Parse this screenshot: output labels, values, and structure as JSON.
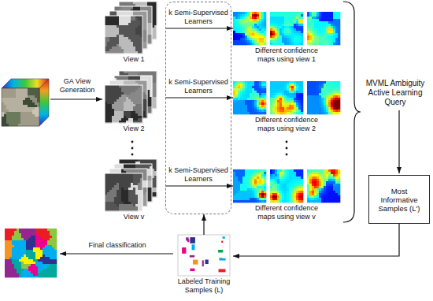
{
  "diagram": {
    "nodes": [
      {
        "text": [
          "View 1"
        ]
      },
      {
        "text": [
          "View 2"
        ]
      },
      {
        "text": [
          "View v"
        ]
      },
      {
        "text": [
          "k Semi-Supervised Learners",
          "k Semi-Supervised Learners",
          "k Semi-Supervised Learners"
        ]
      },
      {
        "text": [
          "Different confidence maps using view 1"
        ]
      },
      {
        "text": [
          "Different confidence maps using view 2"
        ]
      },
      {
        "text": [
          "Different confidence maps using view v"
        ]
      },
      {
        "text": [
          "Most Informative Samples (L')"
        ]
      },
      {
        "text": [
          "Labeled Training Samples (L)"
        ]
      }
    ],
    "edges": [
      {
        "from": 0,
        "to": 4,
        "arrow": "to"
      },
      {
        "from": 1,
        "to": 5,
        "arrow": "to"
      },
      {
        "from": 2,
        "to": 6,
        "arrow": "to"
      },
      {
        "from": 7,
        "to": 8,
        "arrow": "to"
      },
      {
        "from": 8,
        "to": 3,
        "arrow": "to"
      }
    ],
    "labels": [
      "GA View Generation",
      "MVML Ambiguity Active Learning Query",
      "Final classification"
    ]
  }
}
